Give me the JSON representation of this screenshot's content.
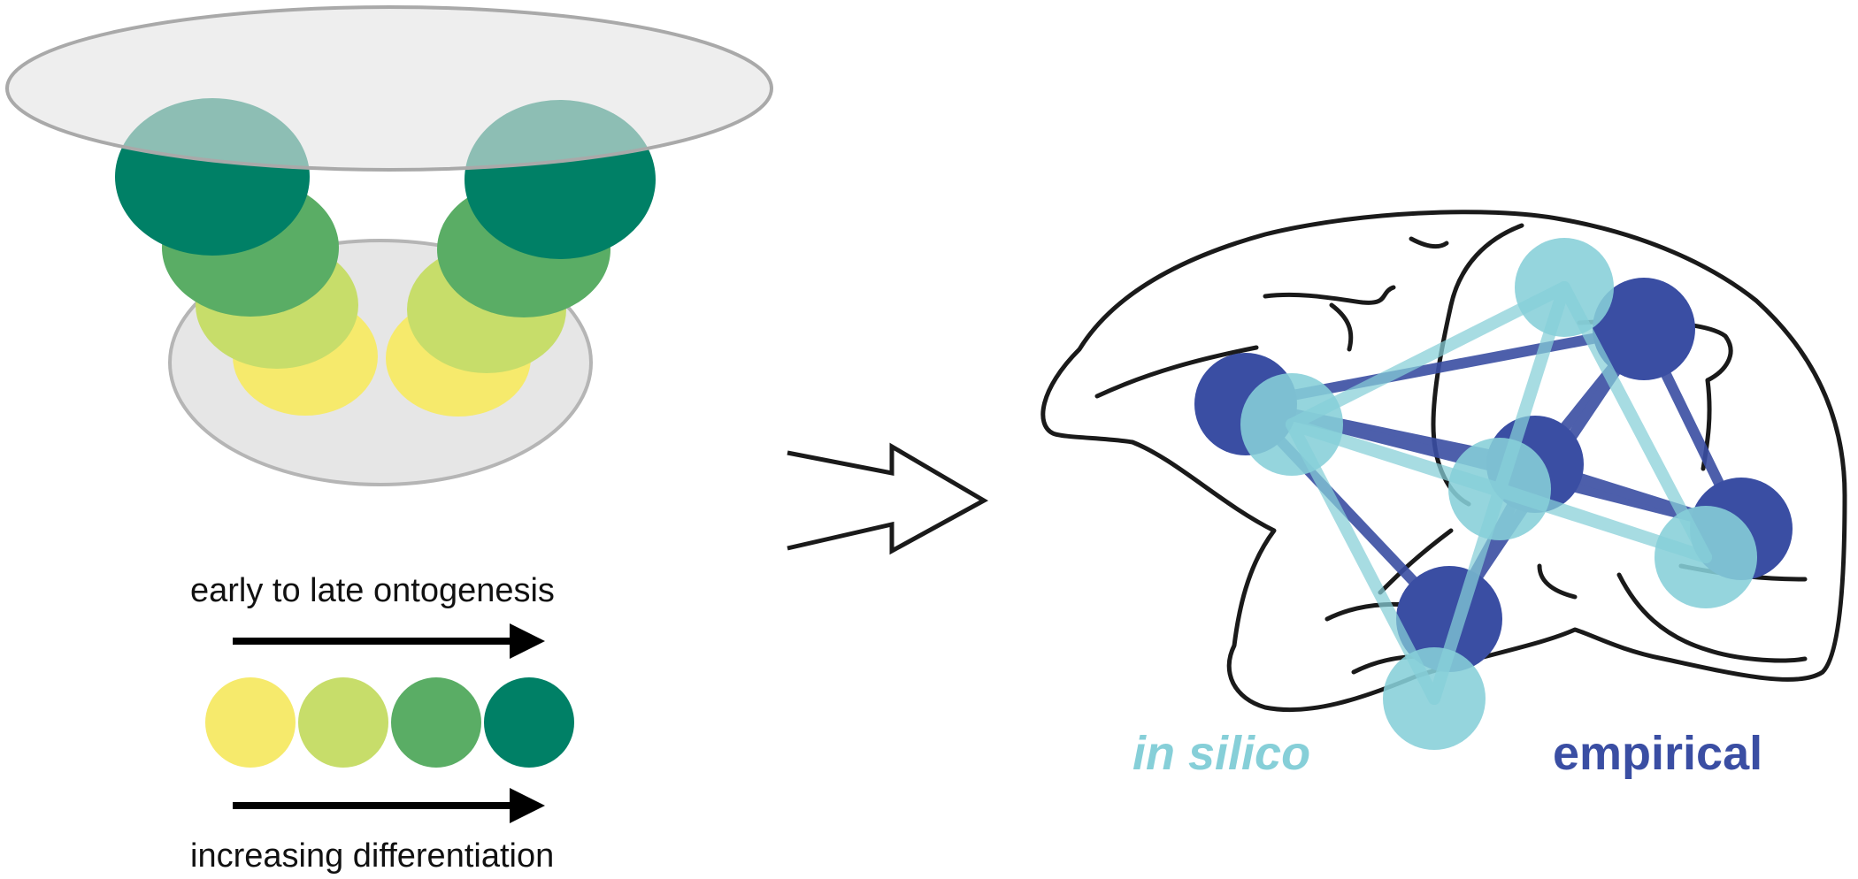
{
  "diagram": {
    "gradient_labels": {
      "top": "early to late ontogenesis",
      "bottom": "increasing differentiation"
    },
    "legend": {
      "in_silico": "in silico",
      "empirical": "empirical"
    },
    "colors": {
      "stage_1": "#f6ea6c",
      "stage_2": "#c7dd6a",
      "stage_3": "#5aad65",
      "stage_4": "#008066",
      "in_silico": "#86cfd8",
      "empirical": "#3a4ea3",
      "outline": "#1a1a1a",
      "tissue_disc": "#e8e8e8"
    }
  }
}
